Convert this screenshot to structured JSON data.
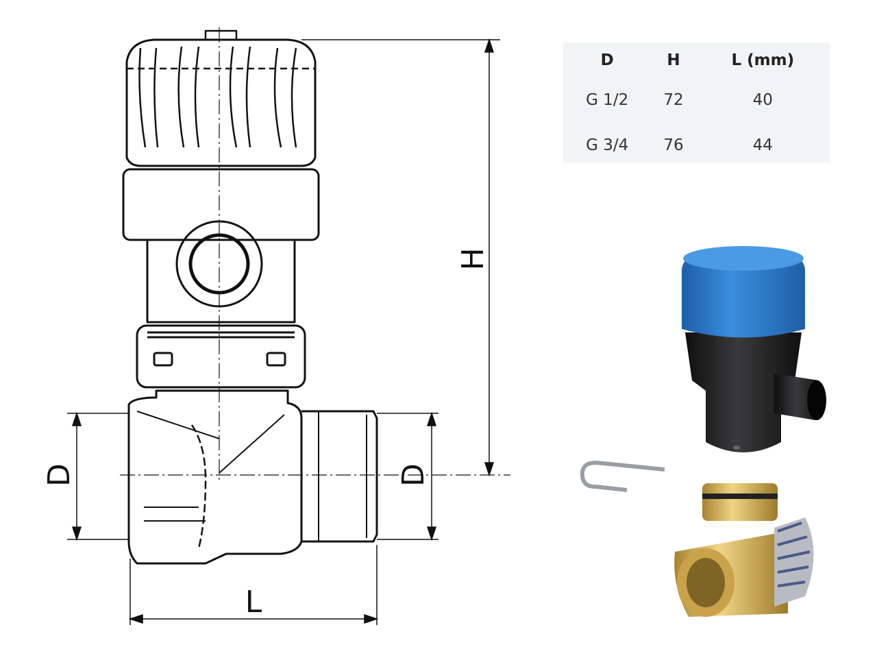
{
  "drawing": {
    "dimension_labels": {
      "height": "H",
      "inlet_diameter": "D",
      "outlet_diameter": "D",
      "length": "L"
    }
  },
  "spec_table": {
    "headers": [
      "D",
      "H",
      "L (mm)"
    ],
    "rows": [
      [
        "G 1/2",
        "72",
        "40"
      ],
      [
        "G 3/4",
        "76",
        "44"
      ]
    ]
  },
  "colors": {
    "cap_blue": "#2f7fd0",
    "body_black": "#1b1b1c",
    "brass": "#d8b45a",
    "table_bg": "#f2f3f5"
  }
}
